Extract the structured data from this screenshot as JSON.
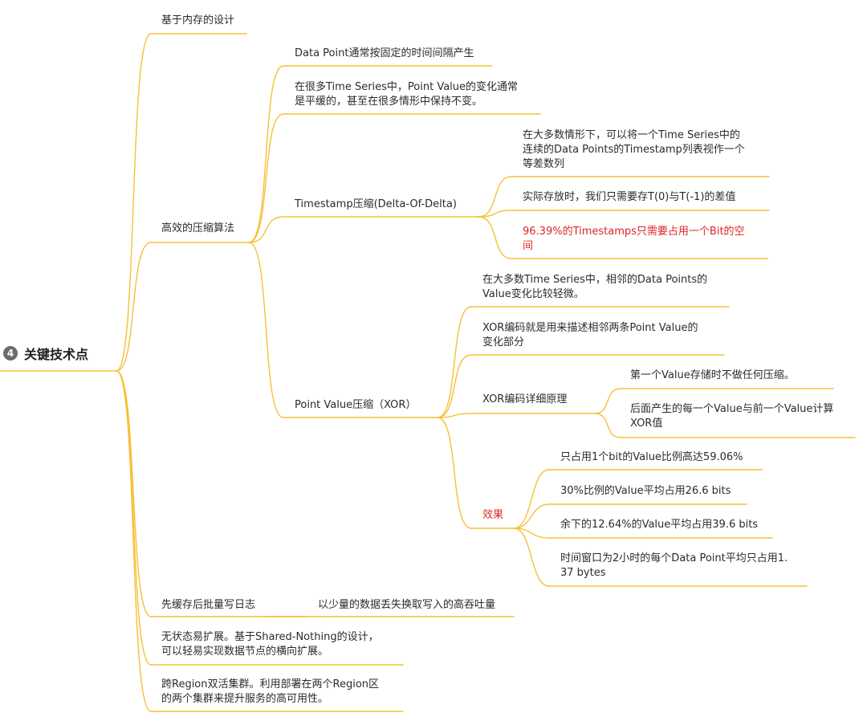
{
  "root": {
    "number": "4",
    "label": "关键技术点"
  },
  "nodes": {
    "n1": "基于内存的设计",
    "n2": "高效的压缩算法",
    "n2a": "Data Point通常按固定的时间间隔产生",
    "n2b": [
      "在很多Time Series中，Point Value的变化通常",
      "是平缓的，甚至在很多情形中保持不变。"
    ],
    "n2c": "Timestamp压缩(Delta-Of-Delta)",
    "n2c1": [
      "在大多数情形下，可以将一个Time Series中的",
      "连续的Data Points的Timestamp列表视作一个",
      "等差数列"
    ],
    "n2c2": "实际存放时，我们只需要存T(0)与T(-1)的差值",
    "n2c3": [
      "96.39%的Timestamps只需要占用一个Bit的空",
      "间"
    ],
    "n2d": "Point Value压缩（XOR）",
    "n2d1": [
      "在大多数Time Series中，相邻的Data Points的",
      "Value变化比较轻微。"
    ],
    "n2d2": [
      "XOR编码就是用来描述相邻两条Point Value的",
      "变化部分"
    ],
    "n2d3": "XOR编码详细原理",
    "n2d3a": "第一个Value存储时不做任何压缩。",
    "n2d3b": [
      "后面产生的每一个Value与前一个Value计算",
      "XOR值"
    ],
    "n2d4": "效果",
    "n2d4a": "只占用1个bit的Value比例高达59.06%",
    "n2d4b": "30%比例的Value平均占用26.6 bits",
    "n2d4c": "余下的12.64%的Value平均占用39.6 bits",
    "n2d4d": [
      "时间窗口为2小时的每个Data Point平均只占用1.",
      "37 bytes"
    ],
    "n3": "先缓存后批量写日志",
    "n3a": "以少量的数据丢失换取写入的高吞吐量",
    "n4": [
      "无状态易扩展。基于Shared-Nothing的设计，",
      "可以轻易实现数据节点的横向扩展。"
    ],
    "n5": [
      "跨Region双活集群。利用部署在两个Region区",
      "的两个集群来提升服务的高可用性。"
    ]
  },
  "colors": {
    "branch": "#f7c036",
    "text": "#2b2b2b",
    "highlight": "#e02424",
    "badge": "#6b6b6b"
  }
}
